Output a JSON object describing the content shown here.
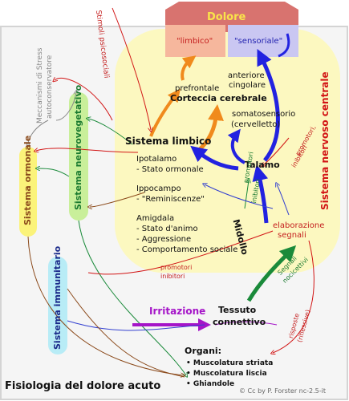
{
  "title": "Fisiologia del dolore acuto",
  "credit": "© Cc by P. Forster nc-2.5-it",
  "dolore": {
    "label": "Dolore",
    "limbico": "\"limbico\"",
    "sensoriale": "\"sensoriale\""
  },
  "cns": {
    "label": "Sistema nervoso centrale",
    "corteccia": {
      "prefrontale": "prefrontale",
      "anteriore": "anteriore",
      "cingolare": "cingolare",
      "label": "Corteccia cerebrale"
    },
    "somatosensorio": "somatosensorio",
    "cervelletto": "(cervelletto)",
    "talamo": "Talamo",
    "midollo": "Midollo",
    "elaborazione": "elaborazione",
    "segnali": "segnali"
  },
  "limbic": {
    "title": "Sistema limbico",
    "items": [
      "Ipotalamo",
      "- Stato ormonale",
      "Ippocampo",
      "- \"Reminiscenze\"",
      "Amigdala",
      "- Stato d'animo",
      "- Aggressione",
      "- Comportamento sociale"
    ]
  },
  "systems": {
    "neurovegetativo": "Sistema neurovegetativo",
    "ormonale": "Sistema ormonale",
    "immunitario": "Sistema immunitario"
  },
  "stress": {
    "line1": "Meccanismi di Stress",
    "line2": "autoconservatore"
  },
  "stimoli": "Stimoli psicosociali",
  "arrows": {
    "promotori_inibitori_top": {
      "a": "promotori,",
      "b": "inibitori"
    },
    "promotori_inibitori_bottom": {
      "a": "promotori",
      "b": "inibitori"
    },
    "promotori_inibitori_mid": {
      "a": "promotori",
      "b": "inibitori"
    },
    "segnali_nocicettivi": {
      "a": "Segnali",
      "b": "nocicettivi"
    },
    "risposte": {
      "a": "risposte",
      "b": "(riflessive)"
    }
  },
  "irritazione": "Irritazione",
  "tessuto": {
    "a": "Tessuto",
    "b": "connettivo"
  },
  "organi": {
    "title": "Organi:",
    "items": [
      "Muscolatura striata",
      "Muscolatura liscia",
      "Ghiandole"
    ]
  },
  "colors": {
    "cns_bg": "#fcf8c0",
    "border": "#d9d9d9",
    "dolore": "#e26767",
    "limbico_box": "#f7b49c",
    "sensoriale_box": "#c9c8f4",
    "orange": "#f08a1c",
    "blue": "#2222e0",
    "green": "#1a8a3a",
    "purple": "#a515c8",
    "red": "#d21515",
    "brown": "#8b4a1b"
  }
}
